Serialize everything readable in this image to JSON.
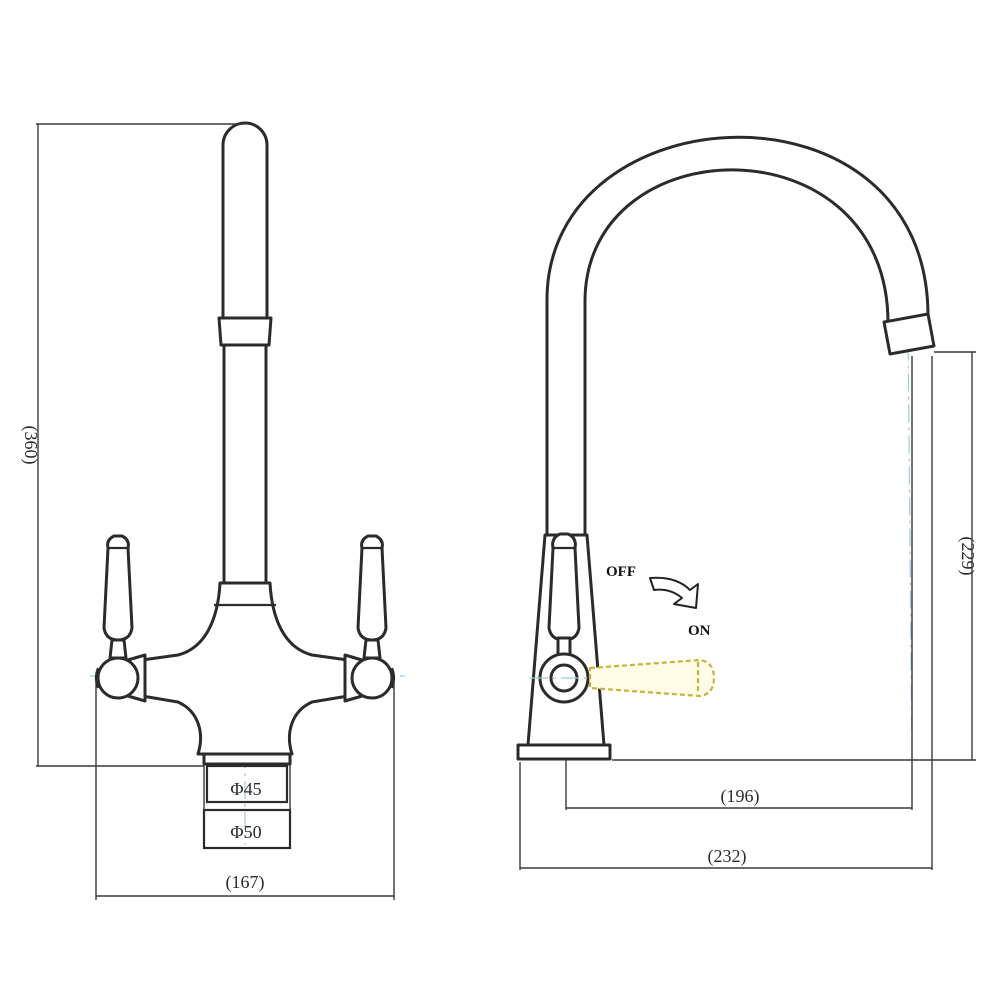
{
  "front_view": {
    "height_dim": "(360)",
    "width_dim": "(167)",
    "base_inner_dia": "Φ45",
    "base_outer_dia": "Φ50"
  },
  "side_view": {
    "spout_drop_dim": "(229)",
    "reach_dim": "(196)",
    "overall_depth_dim": "(232)",
    "lever_off_label": "OFF",
    "lever_on_label": "ON"
  }
}
